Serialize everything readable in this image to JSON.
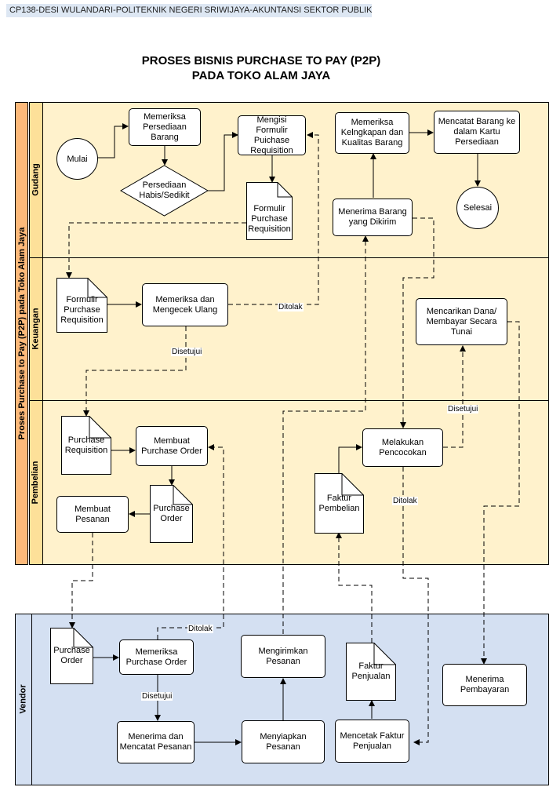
{
  "header": {
    "caption": "CP138-DESI WULANDARI-POLITEKNIK NEGERI SRIWIJAYA-AKUNTANSI SEKTOR PUBLIK"
  },
  "title": {
    "line1": "PROSES BISNIS PURCHASE TO PAY (P2P)",
    "line2": "PADA TOKO ALAM JAYA"
  },
  "pool": {
    "label": "Proses Purchase to Pay (P2P) pada Toko Alam Jaya"
  },
  "lanes": {
    "gudang": "Gudang",
    "keuangan": "Keuangan",
    "pembelian": "Pembelian",
    "vendor": "Vendor"
  },
  "nodes": {
    "mulai": "Mulai",
    "memeriksa_persediaan": "Memeriksa\nPersediaan\nBarang",
    "persediaan_habis": "Persediaan\nHabis/Sedikit",
    "mengisi_formulir": "Mengisi Formulir\nPuichase\nRequisition",
    "formulir_pr_gudang": "Formulir\nPurchase\nRequisition",
    "memeriksa_kelengkapan": "Memeriksa\nKelngkapan dan\nKualitas Barang",
    "mencatat_barang": "Mencatat Barang ke\ndalam Kartu\nPersediaan",
    "selesai": "Selesai",
    "menerima_barang": "Menerima Barang\nyang Dikirim",
    "formulir_pr_keuangan": "Formulir\nPurchase\nRequisition",
    "memeriksa_mengecek": "Memeriksa dan\nMengecek Ulang",
    "mencarikan_dana": "Mencarikan Dana/\nMembayar Secara\nTunai",
    "pr_pembelian": "Purchase\nRequisition",
    "membuat_po": "Membuat\nPurchase Order",
    "po_doc": "Purchase\nOrder",
    "membuat_pesanan": "Membuat\nPesanan",
    "faktur_pembelian": "Faktur\nPembelian",
    "melakukan_pencocokan": "Melakukan\nPencocokan",
    "po_vendor": "Purchase\nOrder",
    "memeriksa_po": "Memeriksa\nPurchase Order",
    "mengirimkan_pesanan": "Mengirimkan\nPesanan",
    "faktur_penjualan": "Faktur\nPenjualan",
    "menerima_pembayaran": "Menerima\nPembayaran",
    "menerima_mencatat": "Menerima dan\nMencatat Pesanan",
    "menyiapkan_pesanan": "Menyiapkan\nPesanan",
    "mencetak_faktur": "Mencetak Faktur\nPenjualan"
  },
  "edge_labels": {
    "ditolak_keuangan": "Ditolak",
    "disetujui_keuangan": "Disetujui",
    "disetujui_pencocokan": "Disetujui",
    "ditolak_pencocokan": "Ditolak",
    "ditolak_vendor": "Ditolak",
    "disetujui_vendor": "Disetujui"
  }
}
